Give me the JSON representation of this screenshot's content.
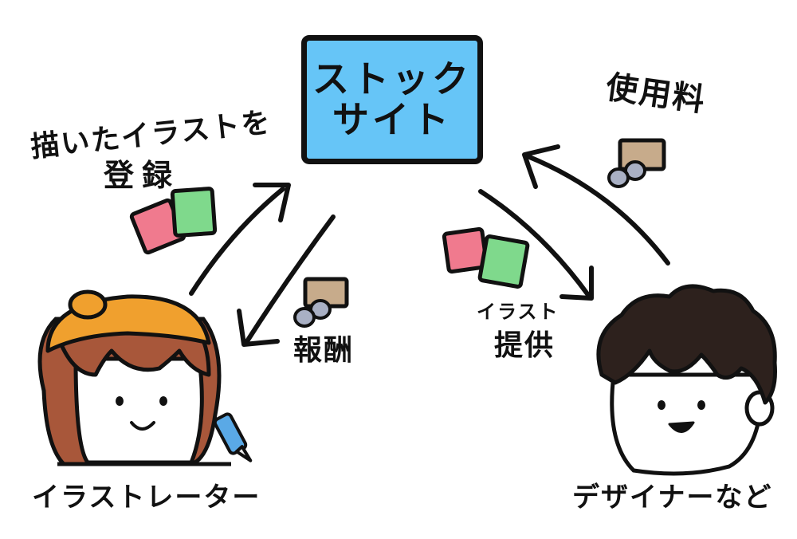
{
  "stock_site": {
    "line1": "ストック",
    "line2": "サイト"
  },
  "upload_label": {
    "line1": "描いたイラストを",
    "line2": "登録"
  },
  "reward_label": "報酬",
  "usage_fee_label": "使用料",
  "provide_label": {
    "line1": "イラスト",
    "line2": "提供"
  },
  "illustrator_label": "イラストレーター",
  "designer_label": "デザイナーなど",
  "colors": {
    "site_box": "#66c5f7",
    "card_pink": "#f07a8e",
    "card_green": "#7fd98c",
    "money_bill": "#c7ab8b",
    "coin": "#a9b0c4",
    "beret": "#f0a02e",
    "illustrator_hair": "#a8573a",
    "designer_hair": "#2d211d",
    "pen": "#5aa9e6"
  },
  "icons": [
    "money-bill-icon",
    "coin-icon",
    "illustration-card-icon",
    "pen-icon"
  ]
}
